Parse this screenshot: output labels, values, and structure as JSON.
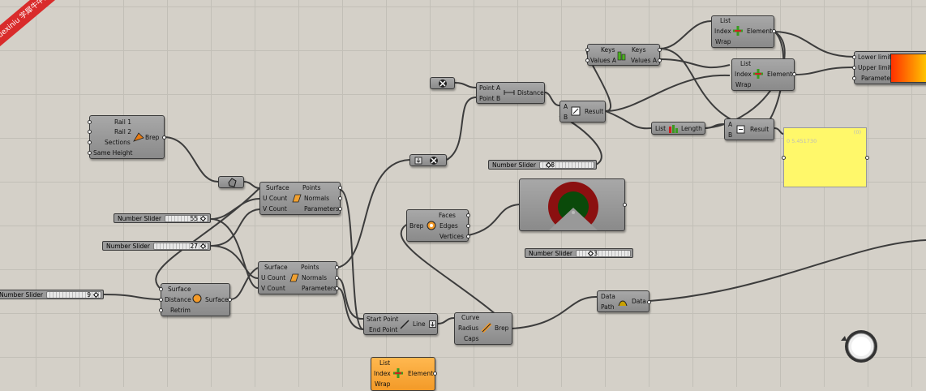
{
  "watermark": {
    "brand": "xuexiniu",
    "text": "学犀牛中文网"
  },
  "nodes": {
    "sweep2": {
      "in": [
        "Rail 1",
        "Rail 2",
        "Sections",
        "Same Height"
      ],
      "out": "Brep"
    },
    "srfpts1": {
      "in": [
        "Surface",
        "U Count",
        "V Count"
      ],
      "out": [
        "Points",
        "Normals",
        "Parameters"
      ]
    },
    "srfpts2": {
      "in": [
        "Surface",
        "U Count",
        "V Count"
      ],
      "out": [
        "Points",
        "Normals",
        "Parameters"
      ]
    },
    "offset": {
      "in": [
        "Surface",
        "Distance",
        "Retrim"
      ],
      "out": "Surface"
    },
    "distance": {
      "in": [
        "Point A",
        "Point B"
      ],
      "out": "Distance"
    },
    "division": {
      "in": [
        "A",
        "B"
      ],
      "out": "Result"
    },
    "sort": {
      "in": [
        "Keys",
        "Values A"
      ],
      "out": [
        "Keys",
        "Values A"
      ]
    },
    "item1": {
      "in": [
        "List",
        "Index",
        "Wrap"
      ],
      "out": "Element"
    },
    "item2": {
      "in": [
        "List",
        "Index",
        "Wrap"
      ],
      "out": "Element"
    },
    "item3": {
      "in": [
        "List",
        "Index",
        "Wrap"
      ],
      "out": "Element"
    },
    "length": {
      "in": "List",
      "out": "Length"
    },
    "subtract": {
      "in": [
        "A",
        "B"
      ],
      "out": "Result"
    },
    "gradient": {
      "in": [
        "Lower limit",
        "Upper limit",
        "Parameter"
      ]
    },
    "deconbrep": {
      "in": "Brep",
      "out": [
        "Faces",
        "Edges",
        "Vertices"
      ]
    },
    "line": {
      "in": [
        "Start Point",
        "End Point"
      ],
      "out": "Line"
    },
    "pipe": {
      "in": [
        "Curve",
        "Radius",
        "Caps"
      ],
      "out": "Brep"
    },
    "shift": {
      "in": [
        "Data",
        "Path"
      ],
      "out": "Data"
    }
  },
  "sliders": [
    {
      "name": "Number Slider",
      "value": "55"
    },
    {
      "name": "Number Slider",
      "value": "27"
    },
    {
      "name": "Number Slider",
      "value": "9"
    },
    {
      "name": "Number Slider",
      "value": "18"
    },
    {
      "name": "Number Slider",
      "value": "3"
    }
  ],
  "panel": {
    "index": "(0)",
    "value": "0 5.451730"
  },
  "colors": {
    "canvas": "#d4d0c8",
    "component": "#999999",
    "selected": "#f5a030",
    "panel": "#ffff66",
    "preview_red": "#8b1010",
    "preview_green": "#0a4a0a"
  }
}
